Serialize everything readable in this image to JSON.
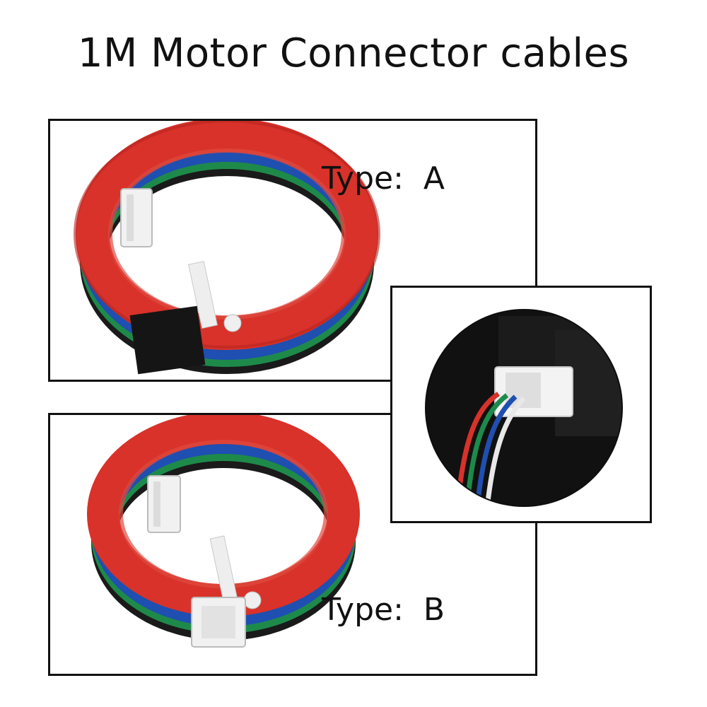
{
  "title": "1M Motor Connector cables",
  "panels": [
    {
      "label": "Type:  A"
    },
    {
      "label": "Type:  B"
    }
  ],
  "colors": {
    "cable_red": "#d8322a",
    "cable_blue": "#1f4fb0",
    "cable_green": "#1e8a4a",
    "cable_black": "#1a1a1a",
    "connector_white": "#f1f1f1",
    "housing_black": "#151515"
  }
}
